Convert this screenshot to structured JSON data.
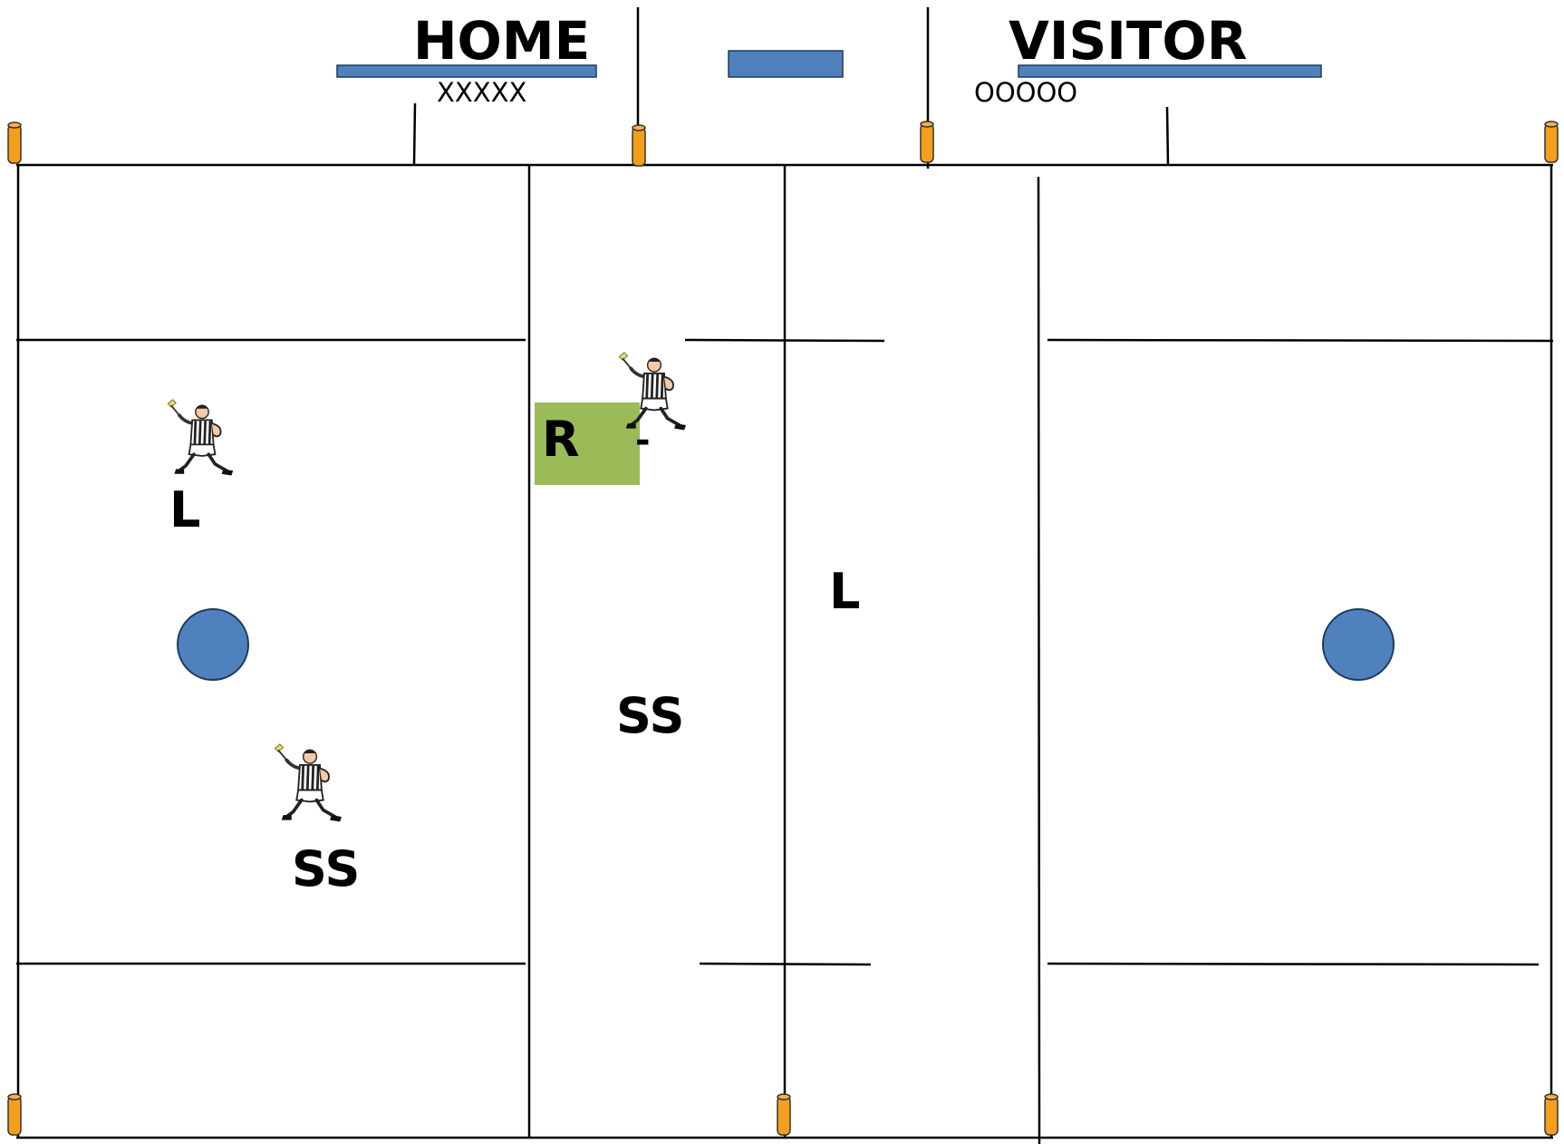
{
  "header": {
    "home": {
      "title": "HOME",
      "players": "XXXXX"
    },
    "visitor": {
      "title": "VISITOR",
      "players": "OOOOO"
    }
  },
  "positions": {
    "left_zone_lead": "L",
    "left_zone_single": "SS",
    "center_ref": "R",
    "center_dash": "-",
    "center_lead": "L",
    "center_single": "SS"
  },
  "colors": {
    "bar": "#4f81bd",
    "ball": "#4f81bd",
    "pylon": "#f59e1b",
    "ref_box": "#9bbb59",
    "line": "#000000"
  },
  "icons": {
    "official": "referee-figure-icon",
    "pylon": "pylon-icon",
    "ball": "faceoff-circle-icon"
  }
}
